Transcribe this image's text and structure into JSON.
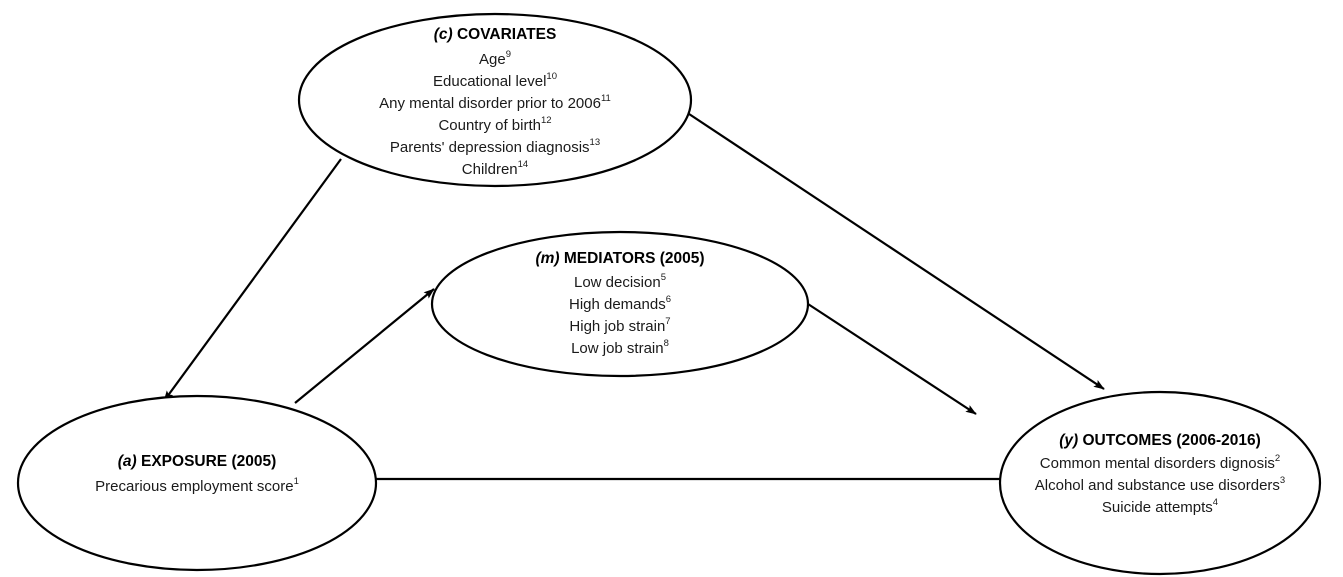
{
  "figure": {
    "name": "directed-acyclic-graph",
    "background_color": "#ffffff",
    "stroke_color": "#000000",
    "text_color": "#1a1a1a"
  },
  "nodes": {
    "covariates": {
      "tag": "(c)",
      "title": "COVARIATES",
      "items": [
        {
          "text": "Age",
          "sup": "9"
        },
        {
          "text": "Educational level",
          "sup": "10"
        },
        {
          "text": "Any mental disorder prior to 2006",
          "sup": "11"
        },
        {
          "text": "Country of birth",
          "sup": "12"
        },
        {
          "text": "Parents' depression diagnosis",
          "sup": "13"
        },
        {
          "text": "Children",
          "sup": "14"
        }
      ]
    },
    "mediators": {
      "tag": "(m)",
      "title": "MEDIATORS (2005)",
      "items": [
        {
          "text": "Low decision",
          "sup": "5"
        },
        {
          "text": "High demands",
          "sup": "6"
        },
        {
          "text": "High job strain",
          "sup": "7"
        },
        {
          "text": "Low job strain",
          "sup": "8"
        }
      ]
    },
    "exposure": {
      "tag": "(a)",
      "title": "EXPOSURE (2005)",
      "items": [
        {
          "text": "Precarious employment score",
          "sup": "1"
        }
      ]
    },
    "outcomes": {
      "tag": "(y)",
      "title": "OUTCOMES  (2006-2016)",
      "items": [
        {
          "text": "Common mental disorders dignosis",
          "sup": "2"
        },
        {
          "text": "Alcohol and substance use disorders",
          "sup": "3"
        },
        {
          "text": "Suicide attempts",
          "sup": "4"
        }
      ]
    }
  },
  "edges": [
    {
      "id": "covariates-to-exposure",
      "from": "covariates",
      "to": "exposure"
    },
    {
      "id": "covariates-to-outcomes",
      "from": "covariates",
      "to": "outcomes"
    },
    {
      "id": "exposure-to-mediators",
      "from": "exposure",
      "to": "mediators"
    },
    {
      "id": "mediators-to-outcomes",
      "from": "mediators",
      "to": "outcomes"
    },
    {
      "id": "exposure-to-outcomes",
      "from": "exposure",
      "to": "outcomes"
    }
  ]
}
